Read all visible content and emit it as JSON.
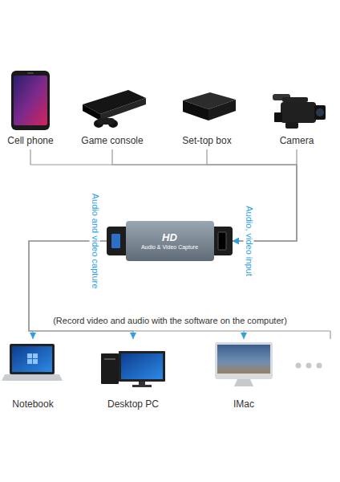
{
  "diagram": {
    "nodes": [
      {
        "text": [
          "Cell phone"
        ]
      },
      {
        "text": [
          "Game console"
        ]
      },
      {
        "text": [
          "Set-top box"
        ]
      },
      {
        "text": [
          "Camera"
        ]
      },
      {
        "text": [
          "HD",
          "Audio & Video Capture"
        ]
      },
      {
        "text": [
          "Notebook"
        ]
      },
      {
        "text": [
          "Desktop PC"
        ]
      },
      {
        "text": [
          "IMac"
        ]
      }
    ],
    "edges": [
      {
        "from": 0,
        "to": 4,
        "arrow": "to"
      },
      {
        "from": 1,
        "to": 4,
        "arrow": "to"
      },
      {
        "from": 2,
        "to": 4,
        "arrow": "to"
      },
      {
        "from": 3,
        "to": 4,
        "arrow": "to"
      },
      {
        "from": 4,
        "to": 5,
        "arrow": "to"
      },
      {
        "from": 4,
        "to": 6,
        "arrow": "to"
      },
      {
        "from": 4,
        "to": 7,
        "arrow": "to"
      }
    ],
    "labels": [
      "Audio and video capture",
      "Audio, video input",
      "(Record video and audio with the software on the computer)"
    ]
  }
}
